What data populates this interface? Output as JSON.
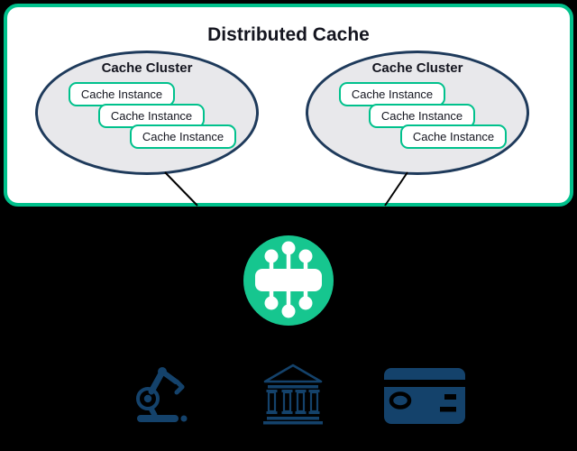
{
  "colors": {
    "bg": "#000000",
    "green": "#00C18C",
    "green-circle": "#16C68F",
    "navy": "#14426B",
    "ellipse-border": "#1E3A5B",
    "ellipse-fill": "#E8E8EB",
    "text": "#14151F",
    "box-bg": "#FFFFFF"
  },
  "diagram": {
    "title": "Distributed Cache",
    "clusters": [
      {
        "label": "Cache Cluster",
        "instances": [
          "Cache Instance",
          "Cache Instance",
          "Cache Instance"
        ]
      },
      {
        "label": "Cache Cluster",
        "instances": [
          "Cache Instance",
          "Cache Instance",
          "Cache Instance"
        ]
      }
    ],
    "icons": {
      "hub": "network-hub-icon",
      "endpoints": [
        "robotic-arm-icon",
        "bank-icon",
        "credit-card-icon"
      ]
    }
  }
}
